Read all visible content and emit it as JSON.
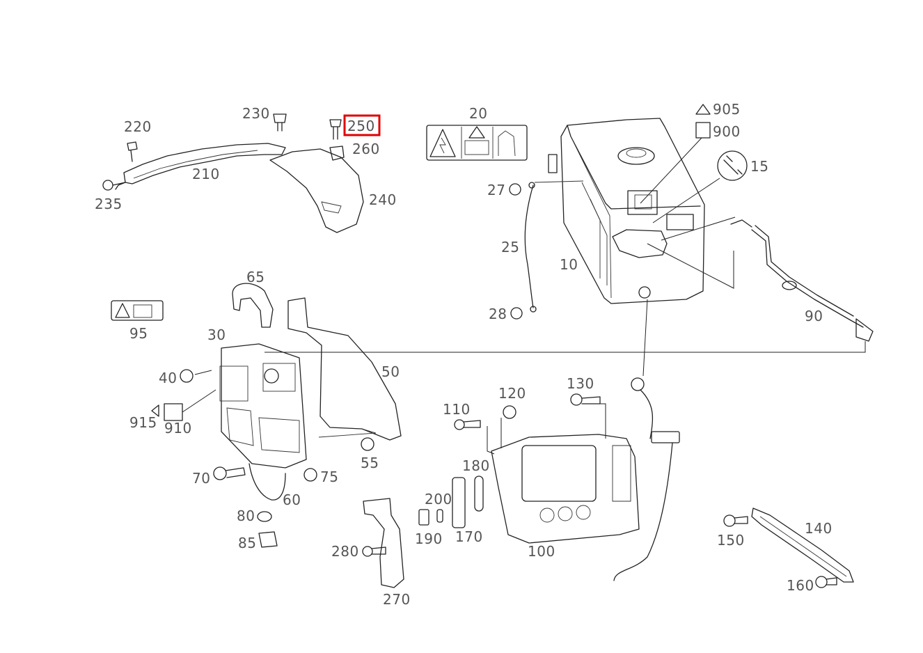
{
  "diagram": {
    "highlight_color": "#e00000",
    "highlighted_callout": "250",
    "callouts": {
      "c220": "220",
      "c230": "230",
      "c250": "250",
      "c260": "260",
      "c210": "210",
      "c235": "235",
      "c240": "240",
      "c20": "20",
      "c905": "905",
      "c900": "900",
      "c15": "15",
      "c27": "27",
      "c25": "25",
      "c10": "10",
      "c28": "28",
      "c90": "90",
      "c65": "65",
      "c95": "95",
      "c30": "30",
      "c50": "50",
      "c40": "40",
      "c915": "915",
      "c910": "910",
      "c55": "55",
      "c70": "70",
      "c75": "75",
      "c60": "60",
      "c80": "80",
      "c85": "85",
      "c130": "130",
      "c120": "120",
      "c110": "110",
      "c180": "180",
      "c200": "200",
      "c190": "190",
      "c170": "170",
      "c100": "100",
      "c280": "280",
      "c270": "270",
      "c150": "150",
      "c140": "140",
      "c160": "160"
    }
  }
}
